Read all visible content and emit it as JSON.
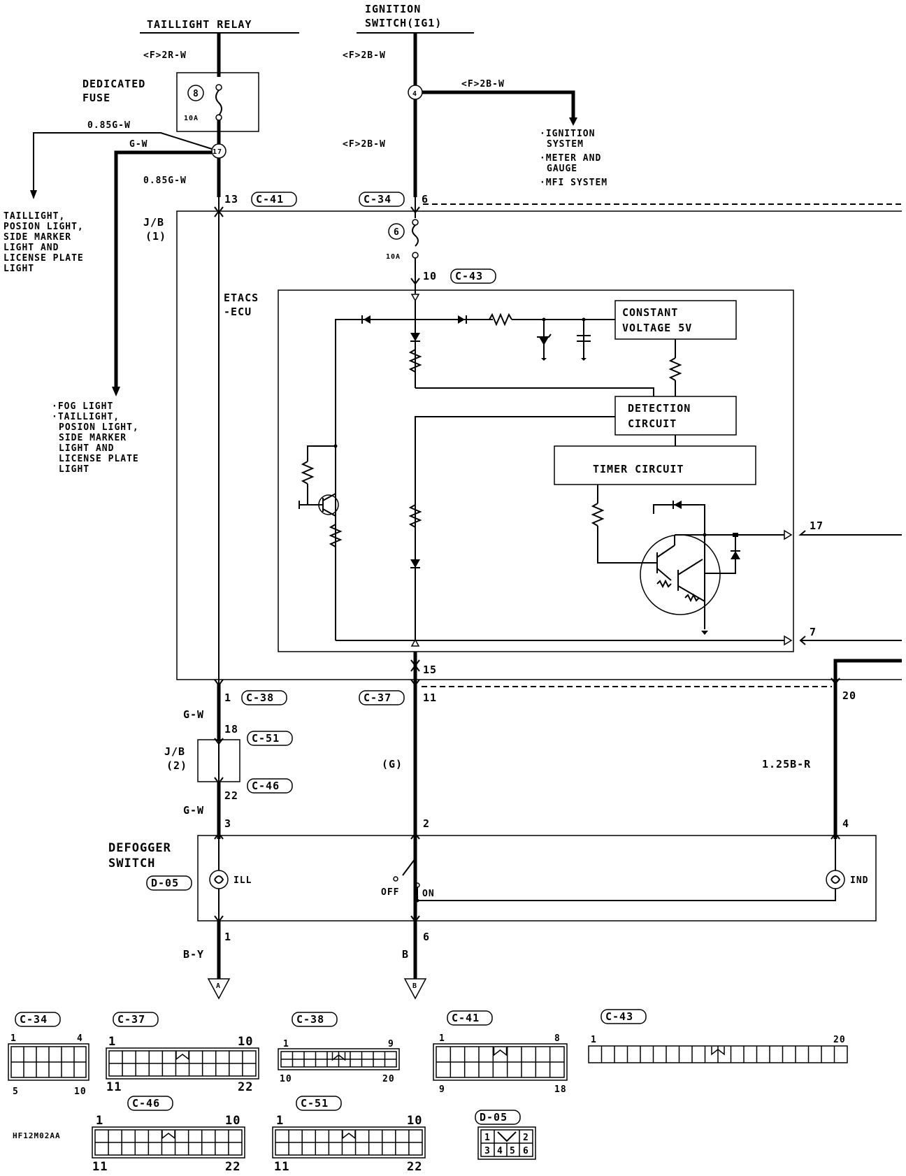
{
  "sources": {
    "taillight_relay": "TAILLIGHT RELAY",
    "ignition_line1": "IGNITION",
    "ignition_line2": "SWITCH(IG1)"
  },
  "wires": {
    "f2r_w": "<F>2R-W",
    "f2b_w_a": "<F>2B-W",
    "f2b_w_b": "<F>2B-W",
    "f2b_w_c": "<F>2B-W",
    "g085_w_a": "0.85G-W",
    "g_w_a": "G-W",
    "g085_w_b": "0.85G-W",
    "g_w_b": "G-W",
    "g_w_c": "G-W",
    "g_paren": "(G)",
    "b125_r": "1.25B-R",
    "b_y": "B-Y",
    "b": "B"
  },
  "fuses": {
    "dedicated_line1": "DEDICATED",
    "dedicated_line2": "FUSE",
    "num1": "8",
    "num2": "6",
    "rating1": "10A",
    "rating2": "10A",
    "junction17": "17",
    "junction4": "4"
  },
  "destinations": {
    "ignition": [
      "·IGNITION",
      "SYSTEM",
      "·METER AND",
      "GAUGE",
      "·MFI SYSTEM"
    ],
    "taillight": [
      "TAILLIGHT,",
      "POSION LIGHT,",
      "SIDE MARKER",
      "LIGHT AND",
      "LICENSE PLATE",
      "LIGHT"
    ],
    "fog": [
      "·FOG LIGHT",
      "·TAILLIGHT,",
      "POSION LIGHT,",
      "SIDE MARKER",
      "LIGHT AND",
      "LICENSE PLATE",
      "LIGHT"
    ]
  },
  "junction_blocks": {
    "jb1_line1": "J/B",
    "jb1_line2": "(1)",
    "jb2_line1": "J/B",
    "jb2_line2": "(2)"
  },
  "ecu": {
    "name_line1": "ETACS",
    "name_line2": "-ECU",
    "constant_voltage_line1": "CONSTANT",
    "constant_voltage_line2": "VOLTAGE 5V",
    "detection_line1": "DETECTION",
    "detection_line2": "CIRCUIT",
    "timer": "TIMER CIRCUIT"
  },
  "pins": {
    "p13": "13",
    "p6": "6",
    "p10": "10",
    "p15": "15",
    "p17": "17",
    "p7": "7",
    "p1": "1",
    "p11": "11",
    "p20": "20",
    "p18": "18",
    "p22": "22",
    "p3": "3",
    "p2": "2",
    "p4": "4",
    "p1b": "1",
    "p6b": "6"
  },
  "connectors": {
    "c41": "C-41",
    "c34": "C-34",
    "c43": "C-43",
    "c38": "C-38",
    "c37": "C-37",
    "c51": "C-51",
    "c46": "C-46",
    "d05": "D-05"
  },
  "switch": {
    "name_line1": "DEFOGGER",
    "name_line2": "SWITCH",
    "ill": "ILL",
    "ind": "IND",
    "off": "OFF",
    "on": "ON"
  },
  "grounds": {
    "a": "A",
    "b": "B"
  },
  "connector_views": {
    "c34": {
      "label": "C-34",
      "pins": [
        "1",
        "4",
        "5",
        "10"
      ]
    },
    "c37": {
      "label": "C-37",
      "pins": [
        "1",
        "10",
        "11",
        "22"
      ]
    },
    "c38": {
      "label": "C-38",
      "pins": [
        "1",
        "9",
        "10",
        "20"
      ]
    },
    "c41": {
      "label": "C-41",
      "pins": [
        "1",
        "8",
        "9",
        "18"
      ]
    },
    "c43": {
      "label": "C-43",
      "pins": [
        "1",
        "20"
      ]
    },
    "c46": {
      "label": "C-46",
      "pins": [
        "1",
        "10",
        "11",
        "22"
      ]
    },
    "c51": {
      "label": "C-51",
      "pins": [
        "1",
        "10",
        "11",
        "22"
      ]
    },
    "d05": {
      "label": "D-05",
      "pins": [
        "1",
        "2",
        "3",
        "4",
        "5",
        "6"
      ]
    }
  },
  "part_code": "HF12M02AA"
}
